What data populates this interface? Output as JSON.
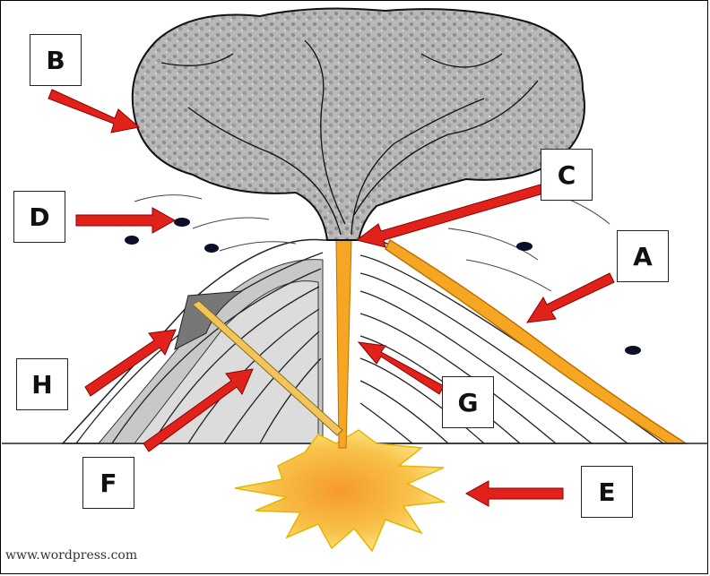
{
  "labels": {
    "A": "A",
    "B": "B",
    "C": "C",
    "D": "D",
    "E": "E",
    "F": "F",
    "G": "G",
    "H": "H"
  },
  "watermark": "www.wordpress.com",
  "colors": {
    "arrow": "#e0221a",
    "magma": "#f5a623",
    "magma_light": "#fbe07a",
    "ash": "#9a9a9a",
    "rock": "#c8c8c8"
  }
}
